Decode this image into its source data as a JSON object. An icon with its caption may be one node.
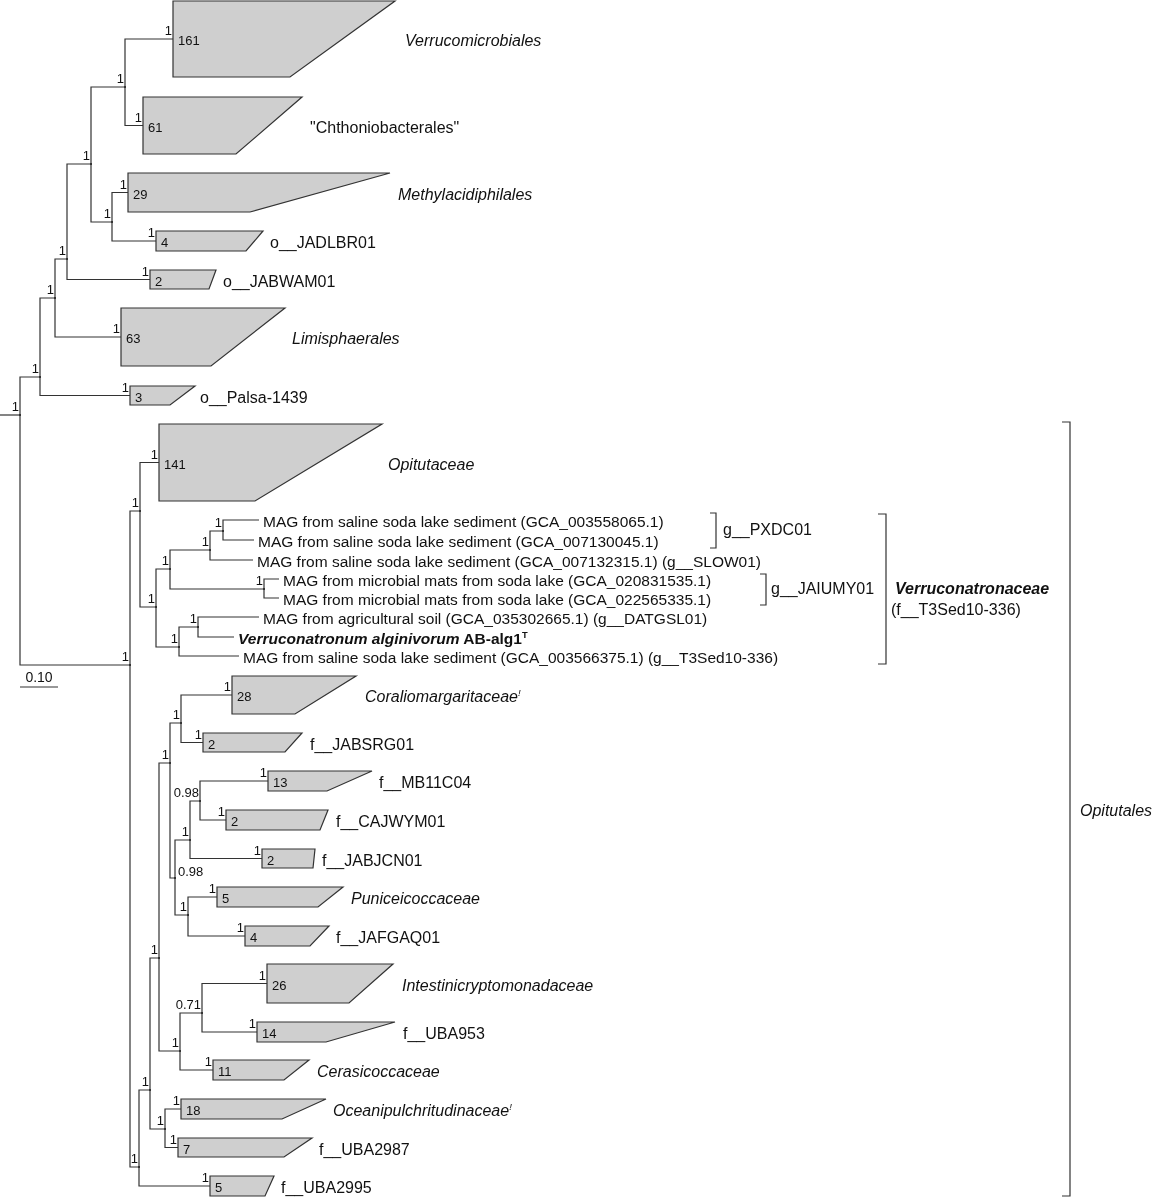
{
  "diagram": {
    "nodes": [
      {
        "text": [
          "161"
        ],
        "beside": [
          "1",
          "Verrucomicrobiales"
        ]
      },
      {
        "text": [
          "61"
        ],
        "beside": [
          "1",
          "\"Chthoniobacterales\""
        ]
      },
      {
        "text": [
          "29"
        ],
        "beside": [
          "1",
          "Methylacidiphilales"
        ]
      },
      {
        "text": [
          "4"
        ],
        "beside": [
          "1",
          "o__JADLBR01"
        ]
      },
      {
        "text": [
          "2"
        ],
        "beside": [
          "1",
          "o__JABWAM01"
        ]
      },
      {
        "text": [
          "63"
        ],
        "beside": [
          "1",
          "Limisphaerales"
        ]
      },
      {
        "text": [
          "3"
        ],
        "beside": [
          "1",
          "o__Palsa-1439"
        ]
      },
      {
        "text": [
          "141"
        ],
        "beside": [
          "1",
          "Opitutaceae"
        ]
      },
      {
        "text": [
          "MAG from saline soda lake sediment (GCA_003558065.1)"
        ]
      },
      {
        "text": [
          "MAG from saline soda lake sediment (GCA_007130045.1)"
        ]
      },
      {
        "text": [
          "MAG from saline soda lake sediment (GCA_007132315.1) (g__SLOW01)"
        ]
      },
      {
        "text": [
          "MAG from microbial mats from soda lake (GCA_020831535.1)"
        ]
      },
      {
        "text": [
          "MAG from microbial mats from soda lake (GCA_022565335.1)"
        ]
      },
      {
        "text": [
          "MAG from agricultural soil (GCA_035302665.1) (g__DATGSL01)"
        ]
      },
      {
        "text": [
          "*Verruconatronum alginivorum* AB-alg1$^{T}$"
        ]
      },
      {
        "text": [
          "MAG from saline soda lake sediment (GCA_003566375.1) (g__T3Sed10-336)"
        ]
      },
      {
        "text": [
          "28"
        ],
        "beside": [
          "1",
          "Coraliomargaritaceae$^{!}$"
        ]
      },
      {
        "text": [
          "2"
        ],
        "beside": [
          "1",
          "f__JABSRG01"
        ]
      },
      {
        "text": [
          "13"
        ],
        "beside": [
          "1",
          "f__MB11C04"
        ]
      },
      {
        "text": [
          "2"
        ],
        "beside": [
          "1",
          "f__CAJWYM01"
        ]
      },
      {
        "text": [
          "2"
        ],
        "beside": [
          "1",
          "f__JABJCN01"
        ]
      },
      {
        "text": [
          "5"
        ],
        "beside": [
          "1",
          "Puniceicoccaceae"
        ]
      },
      {
        "text": [
          "4"
        ],
        "beside": [
          "1",
          "f__JAFGAQ01"
        ]
      },
      {
        "text": [
          "26"
        ],
        "beside": [
          "1",
          "Intestinicryptomonadaceae"
        ]
      },
      {
        "text": [
          "14"
        ],
        "beside": [
          "1",
          "f__UBA953"
        ]
      },
      {
        "text": [
          "11"
        ],
        "beside": [
          "1",
          "Cerasicoccaceae"
        ]
      },
      {
        "text": [
          "18"
        ],
        "beside": [
          "1",
          "Oceanipulchritudinaceae$^{!}$"
        ]
      },
      {
        "text": [
          "7"
        ],
        "beside": [
          "1",
          "f__UBA2987"
        ]
      },
      {
        "text": [
          "5"
        ],
        "beside": [
          "1",
          "f__UBA2995"
        ]
      },
      {
        "text": [],
        "shape": "point",
        "beside": [
          "1"
        ]
      },
      {
        "text": [],
        "shape": "point",
        "beside": [
          "1"
        ]
      },
      {
        "text": [],
        "shape": "point",
        "beside": [
          "1"
        ]
      },
      {
        "text": [],
        "shape": "point",
        "beside": [
          "1"
        ]
      },
      {
        "text": [],
        "shape": "point",
        "beside": [
          "1"
        ]
      },
      {
        "text": [],
        "shape": "point",
        "beside": [
          "1"
        ]
      },
      {
        "text": [],
        "shape": "point",
        "beside": [
          "1"
        ]
      },
      {
        "text": [],
        "shape": "point",
        "beside": [
          "1"
        ]
      },
      {
        "text": [],
        "shape": "point",
        "beside": [
          "1"
        ]
      },
      {
        "text": [],
        "shape": "point",
        "beside": [
          "1"
        ]
      },
      {
        "text": [],
        "shape": "point",
        "beside": [
          "1"
        ]
      },
      {
        "text": [],
        "shape": "point",
        "beside": [
          "1"
        ]
      },
      {
        "text": [],
        "shape": "point",
        "beside": [
          "1"
        ]
      },
      {
        "text": [],
        "shape": "point",
        "beside": [
          "1"
        ]
      },
      {
        "text": [],
        "shape": "point",
        "beside": [
          "1"
        ]
      },
      {
        "text": [],
        "shape": "point",
        "beside": [
          "1"
        ]
      },
      {
        "text": [],
        "shape": "point",
        "beside": [
          "1"
        ]
      },
      {
        "text": [],
        "shape": "point",
        "beside": [
          "1"
        ]
      },
      {
        "text": [],
        "shape": "point",
        "beside": [
          "1"
        ]
      },
      {
        "text": [],
        "shape": "point",
        "beside": [
          "1"
        ]
      },
      {
        "text": [],
        "shape": "point",
        "beside": [
          "1"
        ]
      },
      {
        "text": [],
        "shape": "point",
        "beside": [
          "0.98"
        ]
      },
      {
        "text": [],
        "shape": "point",
        "beside": [
          "1"
        ]
      },
      {
        "text": [],
        "shape": "point",
        "beside": [
          "0.98"
        ]
      },
      {
        "text": [],
        "shape": "point",
        "beside": [
          "1"
        ]
      },
      {
        "text": [],
        "shape": "point",
        "beside": [
          "1"
        ]
      },
      {
        "text": [],
        "shape": "point",
        "beside": [
          "0.71"
        ]
      },
      {
        "text": [],
        "shape": "point",
        "beside": [
          "1"
        ]
      }
    ],
    "edges": [
      {
        "from": null,
        "to": 29,
        "arrow": "none"
      },
      {
        "from": 29,
        "to": 30,
        "arrow": "none"
      },
      {
        "from": 29,
        "to": 36,
        "arrow": "none"
      },
      {
        "from": 30,
        "to": 31,
        "arrow": "none"
      },
      {
        "from": 30,
        "to": 6,
        "arrow": "none"
      },
      {
        "from": 31,
        "to": 32,
        "arrow": "none"
      },
      {
        "from": 31,
        "to": 5,
        "arrow": "none"
      },
      {
        "from": 32,
        "to": 33,
        "arrow": "none"
      },
      {
        "from": 32,
        "to": 4,
        "arrow": "none"
      },
      {
        "from": 33,
        "to": 34,
        "arrow": "none"
      },
      {
        "from": 33,
        "to": 35,
        "arrow": "none"
      },
      {
        "from": 34,
        "to": 0,
        "arrow": "none"
      },
      {
        "from": 34,
        "to": 1,
        "arrow": "none"
      },
      {
        "from": 35,
        "to": 2,
        "arrow": "none"
      },
      {
        "from": 35,
        "to": 3,
        "arrow": "none"
      },
      {
        "from": 36,
        "to": 37,
        "arrow": "none"
      },
      {
        "from": 36,
        "to": 45,
        "arrow": "none"
      },
      {
        "from": 37,
        "to": 7,
        "arrow": "none"
      },
      {
        "from": 37,
        "to": 38,
        "arrow": "none"
      },
      {
        "from": 38,
        "to": 39,
        "arrow": "none"
      },
      {
        "from": 38,
        "to": 43,
        "arrow": "none"
      },
      {
        "from": 39,
        "to": 40,
        "arrow": "none"
      },
      {
        "from": 39,
        "to": 42,
        "arrow": "none"
      },
      {
        "from": 40,
        "to": 41,
        "arrow": "none"
      },
      {
        "from": 40,
        "to": 10,
        "arrow": "none"
      },
      {
        "from": 41,
        "to": 8,
        "arrow": "none"
      },
      {
        "from": 41,
        "to": 9,
        "arrow": "none"
      },
      {
        "from": 42,
        "to": 11,
        "arrow": "none"
      },
      {
        "from": 42,
        "to": 12,
        "arrow": "none"
      },
      {
        "from": 43,
        "to": 44,
        "arrow": "none"
      },
      {
        "from": 43,
        "to": 15,
        "arrow": "none"
      },
      {
        "from": 44,
        "to": 13,
        "arrow": "none"
      },
      {
        "from": 44,
        "to": 14,
        "arrow": "none"
      },
      {
        "from": 45,
        "to": 46,
        "arrow": "none"
      },
      {
        "from": 45,
        "to": 28,
        "arrow": "none"
      },
      {
        "from": 46,
        "to": 47,
        "arrow": "none"
      },
      {
        "from": 46,
        "to": 56,
        "arrow": "none"
      },
      {
        "from": 47,
        "to": 48,
        "arrow": "none"
      },
      {
        "from": 47,
        "to": 54,
        "arrow": "none"
      },
      {
        "from": 48,
        "to": 49,
        "arrow": "none"
      },
      {
        "from": 48,
        "to": 50,
        "arrow": "none"
      },
      {
        "from": 49,
        "to": 16,
        "arrow": "none"
      },
      {
        "from": 49,
        "to": 17,
        "arrow": "none"
      },
      {
        "from": 50,
        "to": 51,
        "arrow": "none"
      },
      {
        "from": 50,
        "to": 53,
        "arrow": "none"
      },
      {
        "from": 51,
        "to": 52,
        "arrow": "none"
      },
      {
        "from": 51,
        "to": 20,
        "arrow": "none"
      },
      {
        "from": 52,
        "to": 18,
        "arrow": "none"
      },
      {
        "from": 52,
        "to": 19,
        "arrow": "none"
      },
      {
        "from": 53,
        "to": 21,
        "arrow": "none"
      },
      {
        "from": 53,
        "to": 22,
        "arrow": "none"
      },
      {
        "from": 54,
        "to": 55,
        "arrow": "none"
      },
      {
        "from": 54,
        "to": 25,
        "arrow": "none"
      },
      {
        "from": 55,
        "to": 23,
        "arrow": "none"
      },
      {
        "from": 55,
        "to": 24,
        "arrow": "none"
      },
      {
        "from": 56,
        "to": 26,
        "arrow": "none"
      },
      {
        "from": 56,
        "to": 27,
        "arrow": "none"
      }
    ],
    "labels": [
      "g__PXDC01",
      "g__JAIUMY01",
      "Verruconatronaceae",
      "(f__T3Sed10-336)",
      "Opitutales",
      "0.10"
    ]
  }
}
